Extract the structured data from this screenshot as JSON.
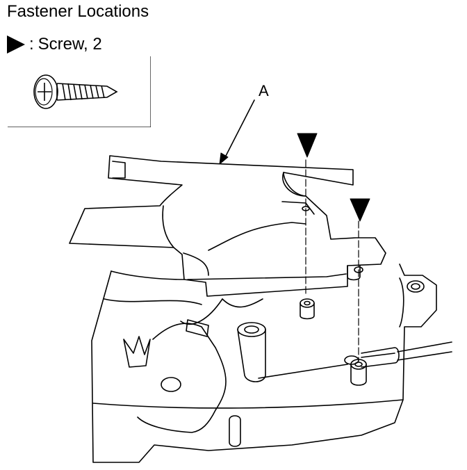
{
  "header": {
    "title": "Fastener Locations"
  },
  "legend": {
    "marker_icon": "right-triangle-icon",
    "separator": ":",
    "label": "Screw, 2",
    "screw_icon": "screw-icon"
  },
  "callouts": {
    "part_a": "A"
  },
  "fastener_markers": 2,
  "colors": {
    "line": "#000000",
    "background": "#ffffff"
  }
}
